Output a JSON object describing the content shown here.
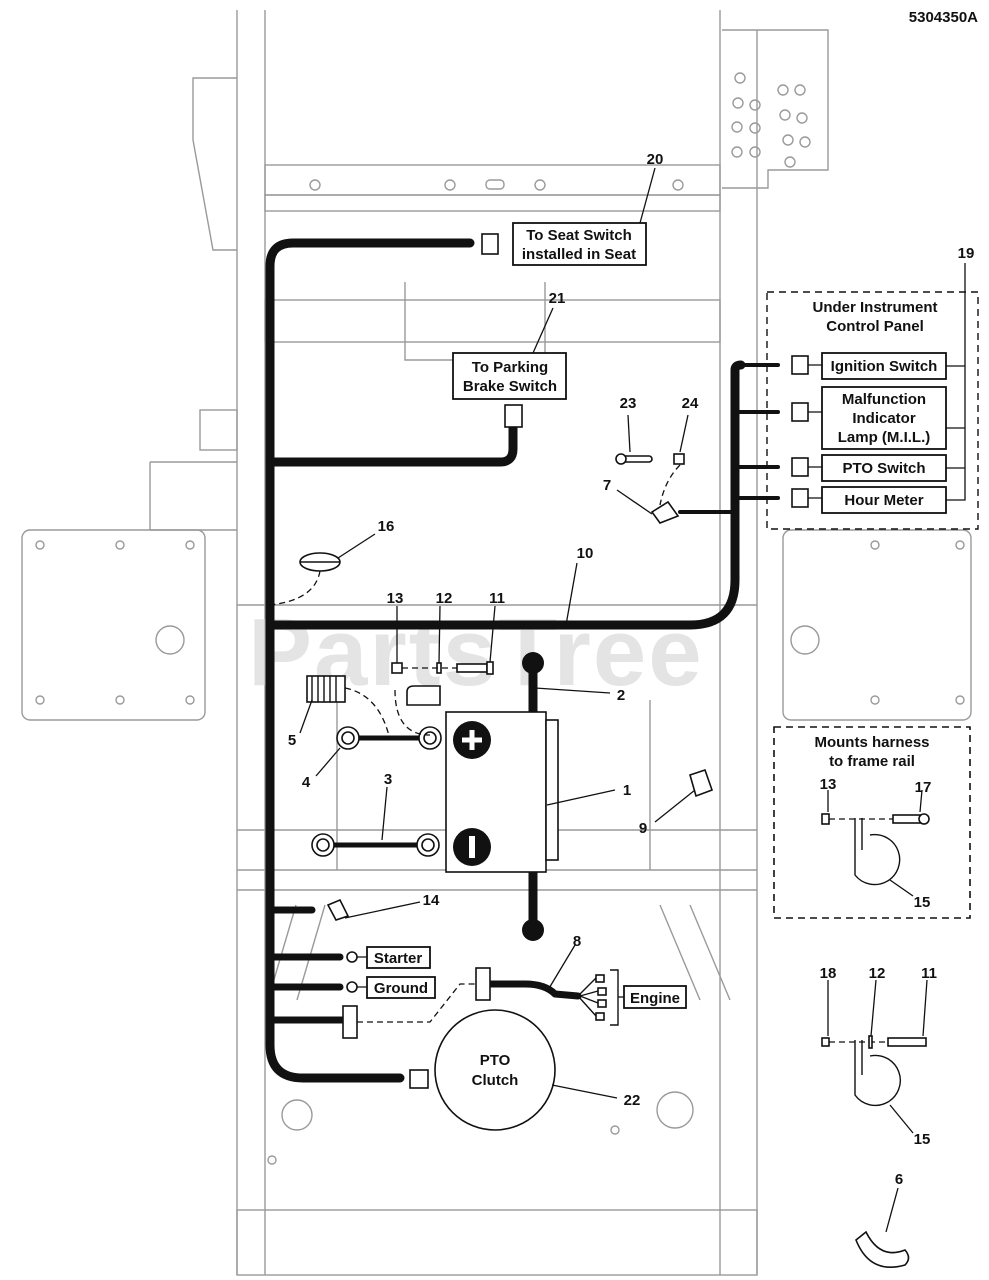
{
  "doc_number": "5304350A",
  "watermark": "PartsTree",
  "callouts": {
    "seat_switch": [
      "To Seat Switch",
      "installed in Seat"
    ],
    "parking_brake": [
      "To Parking",
      "Brake Switch"
    ],
    "instrument_panel_title": [
      "Under Instrument",
      "Control Panel"
    ],
    "ignition_switch": "Ignition Switch",
    "mil": [
      "Malfunction",
      "Indicator",
      "Lamp (M.I.L.)"
    ],
    "pto_switch": "PTO Switch",
    "hour_meter": "Hour Meter",
    "starter": "Starter",
    "ground": "Ground",
    "engine": "Engine",
    "pto_clutch": [
      "PTO",
      "Clutch"
    ],
    "mounts_title": [
      "Mounts harness",
      "to frame rail"
    ]
  },
  "part_numbers": {
    "p1": "1",
    "p2": "2",
    "p3": "3",
    "p4": "4",
    "p5": "5",
    "p6": "6",
    "p7": "7",
    "p8": "8",
    "p9": "9",
    "p10": "10",
    "p11": "11",
    "p12": "12",
    "p13": "13",
    "p14": "14",
    "p15": "15",
    "p16": "16",
    "p17": "17",
    "p18": "18",
    "p19": "19",
    "p20": "20",
    "p21": "21",
    "p22": "22",
    "p23": "23",
    "p24": "24"
  }
}
